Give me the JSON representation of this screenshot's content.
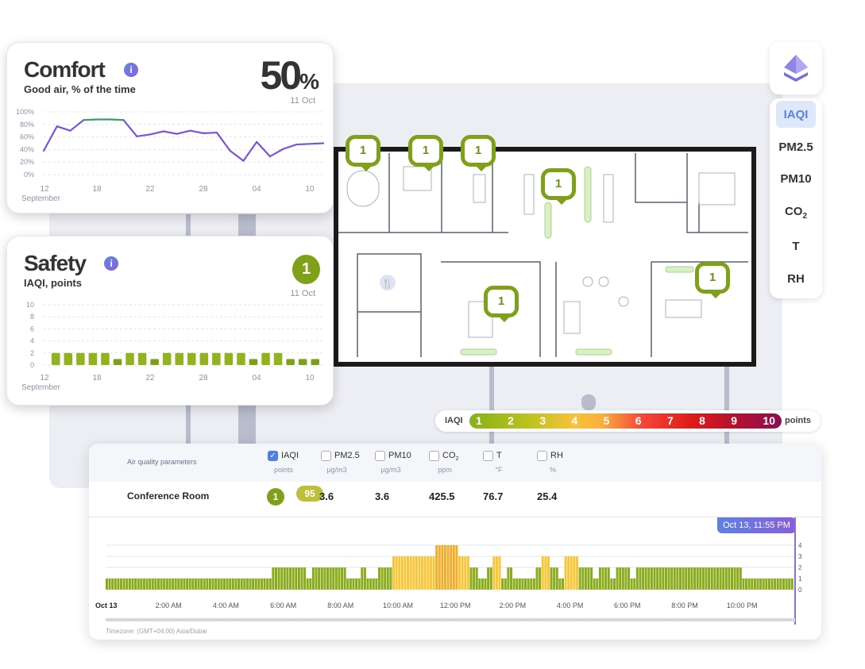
{
  "comfort": {
    "title": "Comfort",
    "subtitle": "Good air, % of the time",
    "value": "50",
    "unit": "%",
    "date": "11 Oct",
    "chart_data": {
      "type": "line",
      "y_ticks": [
        "100%",
        "80%",
        "60%",
        "40%",
        "20%",
        "0%"
      ],
      "x_ticks": [
        "12",
        "18",
        "22",
        "28",
        "04",
        "10"
      ],
      "x_sub": "September",
      "ylim": [
        0,
        100
      ],
      "values": [
        38,
        77,
        70,
        87,
        88,
        88,
        87,
        61,
        64,
        69,
        65,
        70,
        66,
        67,
        38,
        22,
        52,
        29,
        41,
        48,
        49,
        50
      ],
      "colors": {
        "good": "#3e9a6a",
        "normal": "#7a52e0"
      }
    }
  },
  "safety": {
    "title": "Safety",
    "subtitle": "IAQI, points",
    "value": "1",
    "date": "11 Oct",
    "chart_data": {
      "type": "bar",
      "y_ticks": [
        "10",
        "8",
        "6",
        "4",
        "2",
        "0"
      ],
      "x_ticks": [
        "12",
        "18",
        "22",
        "28",
        "04",
        "10"
      ],
      "x_sub": "September",
      "ylim": [
        0,
        10
      ],
      "values": [
        2,
        2,
        2,
        2,
        2,
        1,
        2,
        2,
        1,
        2,
        2,
        2,
        2,
        2,
        2,
        2,
        1,
        2,
        2,
        1,
        1,
        1
      ],
      "color": "#92b320"
    }
  },
  "map": {
    "pins": [
      "1",
      "1",
      "1",
      "1",
      "1",
      "1"
    ],
    "accent": "#7fa11a"
  },
  "params": {
    "logo": "layers-logo",
    "items": [
      "IAQI",
      "PM2.5",
      "PM10",
      "CO",
      "T",
      "RH"
    ],
    "co2_sub": "2",
    "active": "IAQI"
  },
  "legend": {
    "label": "IAQI",
    "scale": [
      "1",
      "2",
      "3",
      "4",
      "5",
      "6",
      "7",
      "8",
      "9",
      "10"
    ],
    "unit": "points"
  },
  "panel": {
    "header": "Air quality parameters",
    "columns": [
      {
        "label": "IAQI",
        "unit": "points",
        "checked": true
      },
      {
        "label": "PM2.5",
        "unit": "µg/m3",
        "checked": false
      },
      {
        "label": "PM10",
        "unit": "µg/m3",
        "checked": false
      },
      {
        "label": "CO",
        "sub": "2",
        "unit": "ppm",
        "checked": false
      },
      {
        "label": "T",
        "unit": "°F",
        "checked": false
      },
      {
        "label": "RH",
        "unit": "%",
        "checked": false
      }
    ],
    "row": {
      "name": "Conference Room",
      "iaqi": "1",
      "badge": "95",
      "values": [
        "3.6",
        "3.6",
        "425.5",
        "76.7",
        "25.4"
      ]
    },
    "timeline": {
      "cursor": "Oct 13, 11:55 PM",
      "x_ticks": [
        "Oct 13",
        "2:00 AM",
        "4:00 AM",
        "6:00 AM",
        "8:00 AM",
        "10:00 AM",
        "12:00 PM",
        "2:00 PM",
        "4:00 PM",
        "6:00 PM",
        "8:00 PM",
        "10:00 PM"
      ],
      "y_ticks": [
        "4",
        "3",
        "2",
        "1",
        "0"
      ],
      "timezone": "Timezone: (GMT+04:00) Asia/Dubai",
      "chart_data": {
        "type": "bar",
        "x_unit": "hour",
        "segments": [
          [
            0,
            5.8,
            1
          ],
          [
            5.8,
            7,
            2
          ],
          [
            7,
            7.2,
            1
          ],
          [
            7.2,
            8.4,
            2
          ],
          [
            8.4,
            8.9,
            1
          ],
          [
            8.9,
            9.1,
            2
          ],
          [
            9.1,
            9.5,
            1
          ],
          [
            9.5,
            10,
            2
          ],
          [
            10,
            11.5,
            3
          ],
          [
            11.5,
            12.3,
            4
          ],
          [
            12.3,
            12.7,
            3
          ],
          [
            12.7,
            13,
            2
          ],
          [
            13,
            13.3,
            1
          ],
          [
            13.3,
            13.5,
            2
          ],
          [
            13.5,
            13.8,
            3
          ],
          [
            13.8,
            14,
            1
          ],
          [
            14,
            14.2,
            2
          ],
          [
            14.2,
            15,
            1
          ],
          [
            15,
            15.2,
            2
          ],
          [
            15.2,
            15.5,
            3
          ],
          [
            15.5,
            15.8,
            2
          ],
          [
            15.8,
            16,
            1
          ],
          [
            16,
            16.5,
            3
          ],
          [
            16.5,
            17,
            2
          ],
          [
            17,
            17.2,
            1
          ],
          [
            17.2,
            17.6,
            2
          ],
          [
            17.6,
            17.8,
            1
          ],
          [
            17.8,
            18.3,
            2
          ],
          [
            18.3,
            18.5,
            1
          ],
          [
            18.5,
            22.2,
            2
          ],
          [
            22.2,
            24,
            1
          ]
        ],
        "colors": {
          "1": "#8aac1c",
          "2": "#8aac1c",
          "3": "#f9c63a",
          "4": "#f0ae2c"
        },
        "ylim": [
          0,
          4
        ]
      }
    }
  }
}
